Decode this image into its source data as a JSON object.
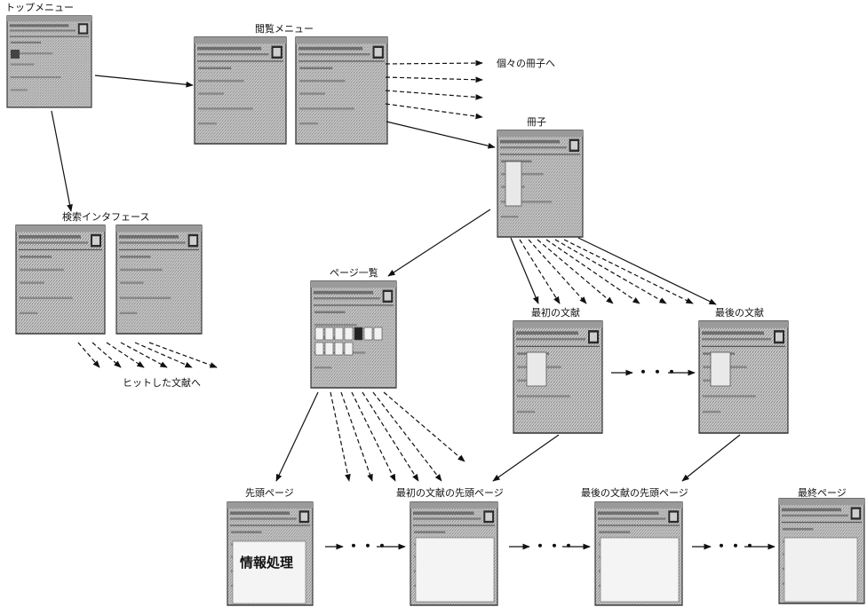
{
  "labels": {
    "top_menu": "トップメニュー",
    "browse_menu": "閲覧メニュー",
    "to_each_volume": "個々の冊子へ",
    "volume": "冊子",
    "search_interface": "検索インタフェース",
    "to_hit_document": "ヒットした文献へ",
    "page_list": "ページ一覧",
    "first_document": "最初の文献",
    "last_document": "最後の文献",
    "first_page": "先頭ページ",
    "first_doc_first_page": "最初の文献の先頭ページ",
    "last_doc_first_page": "最後の文献の先頭ページ",
    "last_page": "最終ページ"
  },
  "ellipsis": "・・・",
  "cover_title": "情報処理"
}
